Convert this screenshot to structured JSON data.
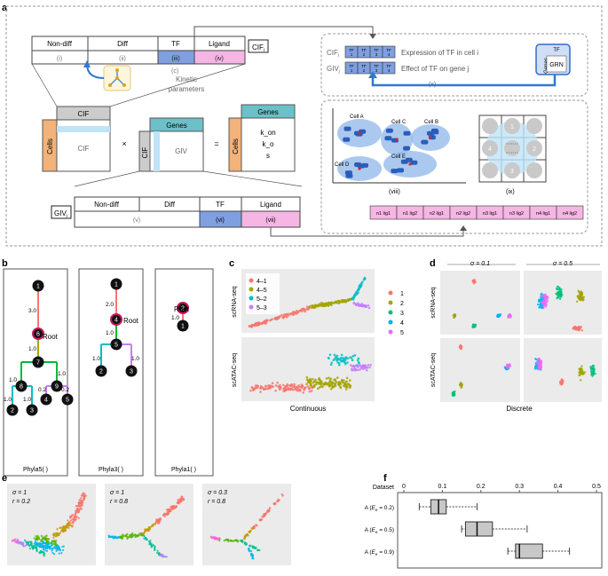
{
  "panels": {
    "a": "a",
    "b": "b",
    "c": "c",
    "d": "d",
    "e": "e",
    "f": "f"
  },
  "panel_a": {
    "cif_header": [
      "Non-diff",
      "Diff",
      "TF",
      "Ligand"
    ],
    "cif_roman": [
      "(i)",
      "(ii)",
      "(iii)",
      "(iv)"
    ],
    "cif_label": "CIF",
    "cif_sub": "i",
    "c_label": "(c)",
    "kinetic_title": "Kinetic parameters",
    "matrix_cif": "CIF",
    "matrix_cells": "Cells",
    "matrix_giv": "GIV",
    "matrix_genes": "Genes",
    "times": "×",
    "equals": "=",
    "kinetic_rows": [
      "k_on",
      "k_o",
      "s"
    ],
    "giv_header": [
      "Non-diff",
      "Diff",
      "TF",
      "Ligand"
    ],
    "giv_roman": [
      "(v)",
      "(vi)",
      "(vii)"
    ],
    "giv_label": "GIV",
    "giv_sub": "j",
    "tf_cells": [
      "TF 1",
      "TF 2",
      "TF 3",
      "TF 4"
    ],
    "cif_expr": "Expression of TF in cell i",
    "giv_expr": "Effect of TF on gene j",
    "x_label": "(x)",
    "grn_top": "TF",
    "grn_side": "Genes",
    "grn_box": "GRN",
    "cells": [
      "Cell A",
      "Cell B",
      "Cell C",
      "Cell D",
      "Cell E"
    ],
    "viii": "(viii)",
    "ix": "(ix)",
    "ix_numbers": [
      "1",
      "2",
      "3",
      "4"
    ],
    "ligand_pairs": [
      "n1 lig1",
      "n1 lig2",
      "n2 lig1",
      "n2 lig2",
      "n3 lig1",
      "n3 lig2",
      "n4 lig1",
      "n4 lig2"
    ]
  },
  "panel_b": {
    "trees": [
      {
        "caption": "Phyla5( )",
        "root": "Root",
        "edges": [
          "3.0",
          "1.0",
          "1.0",
          "1.0",
          "1.0",
          "1.0",
          "1.0",
          "0.2",
          "0.2"
        ]
      },
      {
        "caption": "Phyla3( )",
        "root": "Root",
        "edges": [
          "2.0",
          "1.0",
          "1.0",
          "1.0"
        ]
      },
      {
        "caption": "Phyla1( )",
        "root": "Root",
        "edges": [
          "1.0"
        ]
      }
    ],
    "node_labels": [
      "1",
      "6",
      "7",
      "8",
      "9",
      "2",
      "3",
      "4",
      "5",
      "1",
      "4",
      "5",
      "2",
      "3",
      "2",
      "1"
    ]
  },
  "panel_c": {
    "ylabels": [
      "scRNA-seq",
      "scATAC-seq"
    ],
    "xlabel": "Continuous",
    "legend": [
      {
        "label": "4–1",
        "color": "#f8766d"
      },
      {
        "label": "4–5",
        "color": "#a3a500"
      },
      {
        "label": "5–2",
        "color": "#00bfc4"
      },
      {
        "label": "5–3",
        "color": "#c77cff"
      }
    ]
  },
  "panel_d": {
    "ylabels": [
      "scRNA-seq",
      "scATAC-seq"
    ],
    "xlabel": "Discrete",
    "headers": [
      "σ = 0.1",
      "σ = 0.5"
    ],
    "header_sub": "cif",
    "legend": [
      {
        "label": "1",
        "color": "#f8766d"
      },
      {
        "label": "2",
        "color": "#a3a500"
      },
      {
        "label": "3",
        "color": "#00bf7d"
      },
      {
        "label": "4",
        "color": "#00b0f6"
      },
      {
        "label": "5",
        "color": "#e76bf3"
      }
    ]
  },
  "panel_e": {
    "plots": [
      {
        "sigma": "σ = 1",
        "rd": "r = 0.2"
      },
      {
        "sigma": "σ = 1",
        "rd": "r = 0.8"
      },
      {
        "sigma": "σ = 0.3",
        "rd": "r = 0.8"
      }
    ],
    "sigma_sub": "i",
    "rd_sub": "d"
  },
  "chart_data": {
    "type": "box",
    "title": "",
    "ylabel": "Dataset",
    "xlim": [
      0,
      0.5
    ],
    "x_ticks": [
      "0",
      "0.1",
      "0.2",
      "0.3",
      "0.4",
      "0.5"
    ],
    "categories": [
      "A (E = 0.2)",
      "A (E = 0.5)",
      "A (E = 0.9)"
    ],
    "category_sub": "e",
    "boxes": [
      {
        "min": 0.04,
        "q1": 0.07,
        "median": 0.09,
        "q3": 0.11,
        "max": 0.19
      },
      {
        "min": 0.15,
        "q1": 0.16,
        "median": 0.19,
        "q3": 0.23,
        "max": 0.32
      },
      {
        "min": 0.27,
        "q1": 0.29,
        "median": 0.3,
        "q3": 0.36,
        "max": 0.43
      }
    ]
  }
}
